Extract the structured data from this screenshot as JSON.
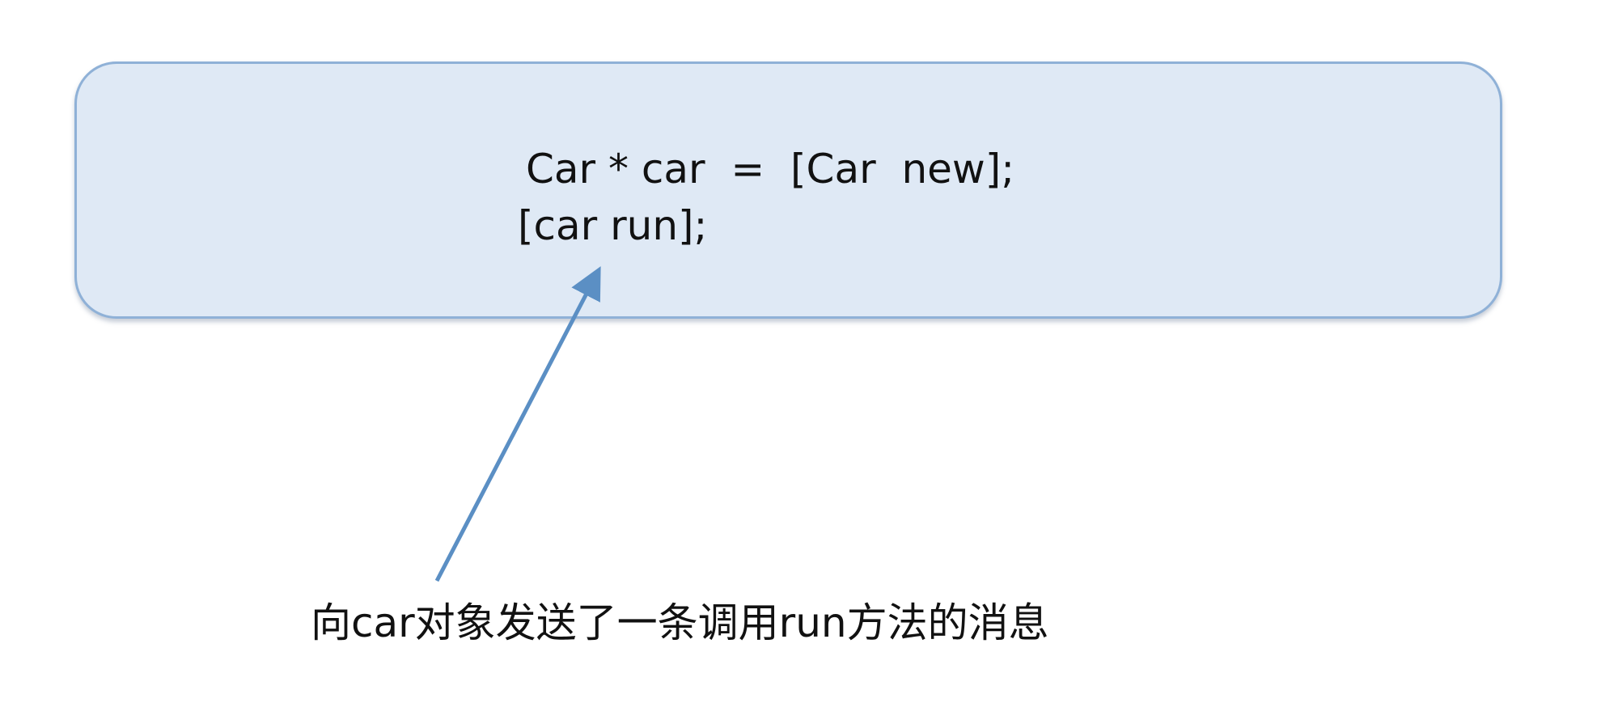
{
  "code": {
    "line1": "Car * car  =  [Car  new];",
    "line2": "[car run];"
  },
  "annotation": {
    "text": "向car对象发送了一条调用run方法的消息"
  },
  "colors": {
    "box_fill": "#dfe9f5",
    "box_border": "#8fb1d7",
    "arrow": "#5b8fc4",
    "text": "#111111"
  }
}
